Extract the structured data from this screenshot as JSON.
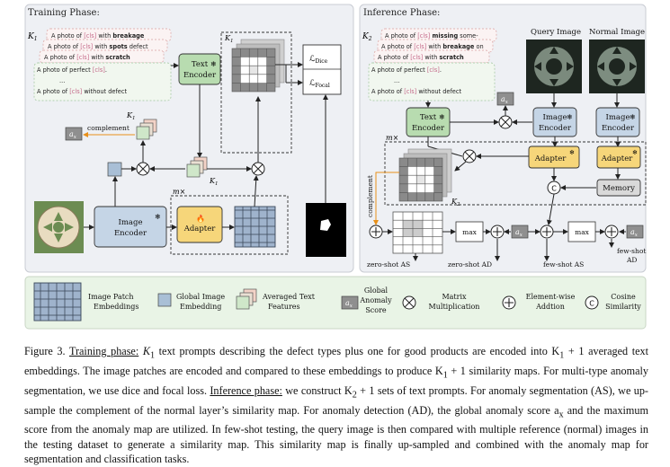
{
  "training": {
    "title": "Training Phase:",
    "k_label": "K",
    "k_sub": "1",
    "prompts": [
      [
        "A photo of ",
        "[cls]",
        " with ",
        "breakage",
        ""
      ],
      [
        "A photo of ",
        "[cls]",
        " with ",
        "spots",
        " defect"
      ],
      [
        "A photo of ",
        "[cls]",
        " with ",
        "scratch",
        ""
      ],
      [
        "A photo of perfect ",
        "[cls]",
        ".",
        "",
        ""
      ],
      [
        "...",
        "",
        "",
        "",
        ""
      ],
      [
        "A photo of ",
        "[cls]",
        " without defect",
        "",
        ""
      ]
    ],
    "text_encoder": [
      "Text",
      "Encoder"
    ],
    "image_encoder": [
      "Image",
      "Encoder"
    ],
    "adapter": "Adapter",
    "m_times": "m×",
    "complement": "complement",
    "a_x": "a",
    "a_x_sub": "x",
    "loss_dice": "ℒ",
    "loss_dice_sub": "Dice",
    "loss_focal": "ℒ",
    "loss_focal_sub": "Focal",
    "k1_a": "K",
    "k1_b": "K"
  },
  "inference": {
    "title": "Inference Phase:",
    "k_label": "K",
    "k_sub": "2",
    "prompts": [
      [
        "A photo of ",
        "[cls]",
        " missing",
        " some-",
        ""
      ],
      [
        "A photo of ",
        "[cls]",
        " with ",
        "breakage",
        " on"
      ],
      [
        "A photo of ",
        "[cls]",
        " with ",
        "scratch",
        ""
      ],
      [
        "A photo of perfect ",
        "[cls]",
        ".",
        "",
        ""
      ],
      [
        "...",
        "",
        "",
        "",
        ""
      ],
      [
        "A photo of ",
        "[cls]",
        " without defect",
        "",
        ""
      ]
    ],
    "query_image": "Query Image",
    "normal_image": "Normal Image",
    "text_encoder": [
      "Text",
      "Encoder"
    ],
    "image_encoder_q": [
      "Image",
      "Encoder"
    ],
    "image_encoder_n": [
      "Image",
      "Encoder"
    ],
    "adapter_q": "Adapter",
    "adapter_n": "Adapter",
    "memory": "Memory",
    "m_times": "m×",
    "complement": "complement",
    "k2": "K",
    "max1": "max",
    "max2": "max",
    "zero_shot_as": "zero-shot AS",
    "zero_shot_ad": "zero-shot AD",
    "few_shot_as": "few-shot AS",
    "few_shot_ad": [
      "few-shot",
      "AD"
    ],
    "a_x": "a",
    "a_x_sub": "x",
    "c_symbol": "C"
  },
  "legend": {
    "patch": [
      "Image Patch",
      "Embeddings"
    ],
    "global": [
      "Global Image",
      "Embedding"
    ],
    "averaged": [
      "Averaged Text",
      "Features"
    ],
    "anomaly": [
      "Global",
      "Anomaly",
      "Score"
    ],
    "matrix": [
      "Matrix",
      "Multiplication"
    ],
    "elementwise": [
      "Element-wise",
      "Addtion"
    ],
    "cosine": [
      "Cosine",
      "Similarity"
    ]
  },
  "caption": {
    "p1": "Figure 3. ",
    "p2": "Training phase:",
    "p3": " K",
    "p4": "1",
    "p5": " text prompts describing the defect types plus one for good products are encoded into K",
    "p6": "1",
    "p7": " + 1 averaged text embeddings. The image patches are encoded and compared to these embeddings to produce K",
    "p8": "1",
    "p9": " + 1 similarity maps. For multi-type anomaly segmentation, we use dice and focal loss. ",
    "p10": "Inference phase:",
    "p11": " we construct K",
    "p12": "2",
    "p13": " + 1 sets of text prompts. For anomaly segmentation (AS), we up-sample the complement of the normal layer’s similarity map. For anomaly detection (AD), the global anomaly score a",
    "p14": "x",
    "p15": " and the maximum score from the anomaly map are utilized. In few-shot testing, the query image is then compared with multiple reference (normal) images in the testing dataset to generate a similarity map. This similarity map is finally up-sampled and combined with the anomaly map for segmentation and classification tasks."
  }
}
